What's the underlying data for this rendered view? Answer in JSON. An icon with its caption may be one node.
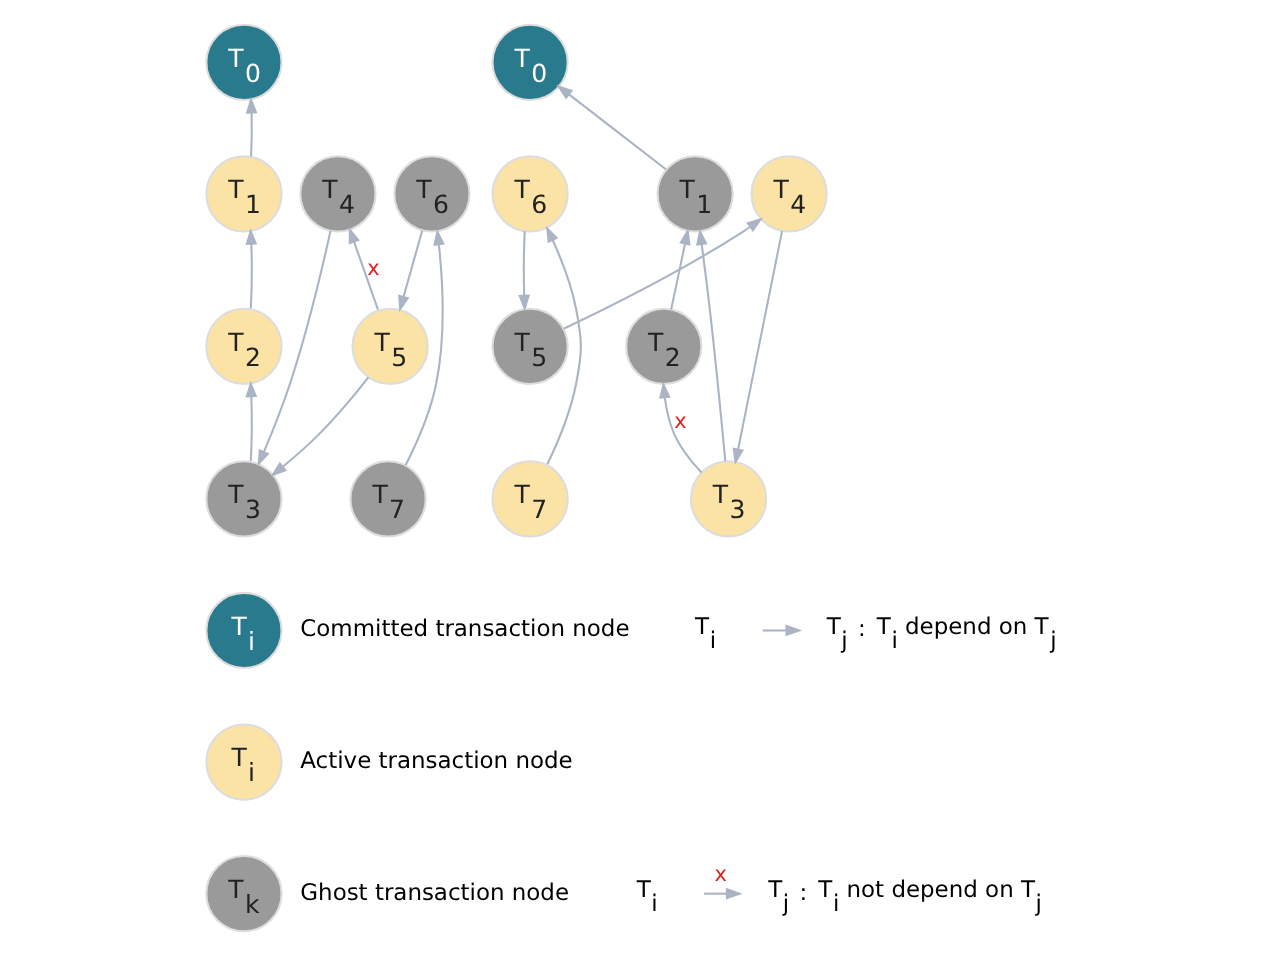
{
  "diagram": {
    "nodes": [
      {
        "text": [
          "T$_{0}$"
        ]
      },
      {
        "text": [
          "T$_{1}$"
        ]
      },
      {
        "text": [
          "T$_{2}$"
        ]
      },
      {
        "text": [
          "T$_{3}$"
        ]
      },
      {
        "text": [
          "T$_{4}$"
        ]
      },
      {
        "text": [
          "T$_{5}$"
        ]
      },
      {
        "text": [
          "T$_{6}$"
        ]
      },
      {
        "text": [
          "T$_{7}$"
        ]
      },
      {
        "text": [
          "T$_{0}$"
        ]
      },
      {
        "text": [
          "T$_{1}$"
        ]
      },
      {
        "text": [
          "T$_{2}$"
        ]
      },
      {
        "text": [
          "T$_{3}$"
        ]
      },
      {
        "text": [
          "T$_{4}$"
        ]
      },
      {
        "text": [
          "T$_{5}$"
        ]
      },
      {
        "text": [
          "T$_{6}$"
        ]
      },
      {
        "text": [
          "T$_{7}$"
        ]
      },
      {
        "text": [
          "T$_{i}$"
        ],
        "beside": [
          "Committed transaction node"
        ]
      },
      {
        "text": [
          "T$_{i}$"
        ],
        "beside": [
          "Active transaction node"
        ]
      },
      {
        "text": [
          "T$_{k}$"
        ],
        "beside": [
          "Ghost transaction node"
        ]
      },
      {
        "text": [
          "T$_{i}$"
        ]
      },
      {
        "text": [
          "T$_{j}$"
        ],
        "beside": [
          ":",
          "T$_{i}$ depend on T$_{j}$"
        ]
      },
      {
        "text": [
          "T$_{i}$"
        ]
      },
      {
        "text": [
          "T$_{j}$"
        ],
        "beside": [
          ":",
          "T$_{i}$ not depend on T$_{j}$"
        ]
      }
    ],
    "edges": [
      {
        "from": 1,
        "to": 0,
        "arrow": "to"
      },
      {
        "from": 2,
        "to": 1,
        "arrow": "to"
      },
      {
        "from": 3,
        "to": 2,
        "arrow": "to"
      },
      {
        "from": 4,
        "to": 3,
        "arrow": "to"
      },
      {
        "from": 5,
        "to": 4,
        "arrow": "to",
        "label": "x"
      },
      {
        "from": 5,
        "to": 3,
        "arrow": "to"
      },
      {
        "from": 6,
        "to": 5,
        "arrow": "to"
      },
      {
        "from": 7,
        "to": 6,
        "arrow": "to"
      },
      {
        "from": 9,
        "to": 8,
        "arrow": "to"
      },
      {
        "from": 10,
        "to": 9,
        "arrow": "to"
      },
      {
        "from": 11,
        "to": 10,
        "arrow": "to",
        "label": "x"
      },
      {
        "from": 11,
        "to": 9,
        "arrow": "to"
      },
      {
        "from": 12,
        "to": 11,
        "arrow": "to"
      },
      {
        "from": 13,
        "to": 12,
        "arrow": "to"
      },
      {
        "from": 14,
        "to": 13,
        "arrow": "to"
      },
      {
        "from": 15,
        "to": 14,
        "arrow": "to"
      },
      {
        "from": 19,
        "to": 20,
        "arrow": "to"
      },
      {
        "from": 21,
        "to": 22,
        "arrow": "to",
        "label": "x"
      }
    ]
  }
}
